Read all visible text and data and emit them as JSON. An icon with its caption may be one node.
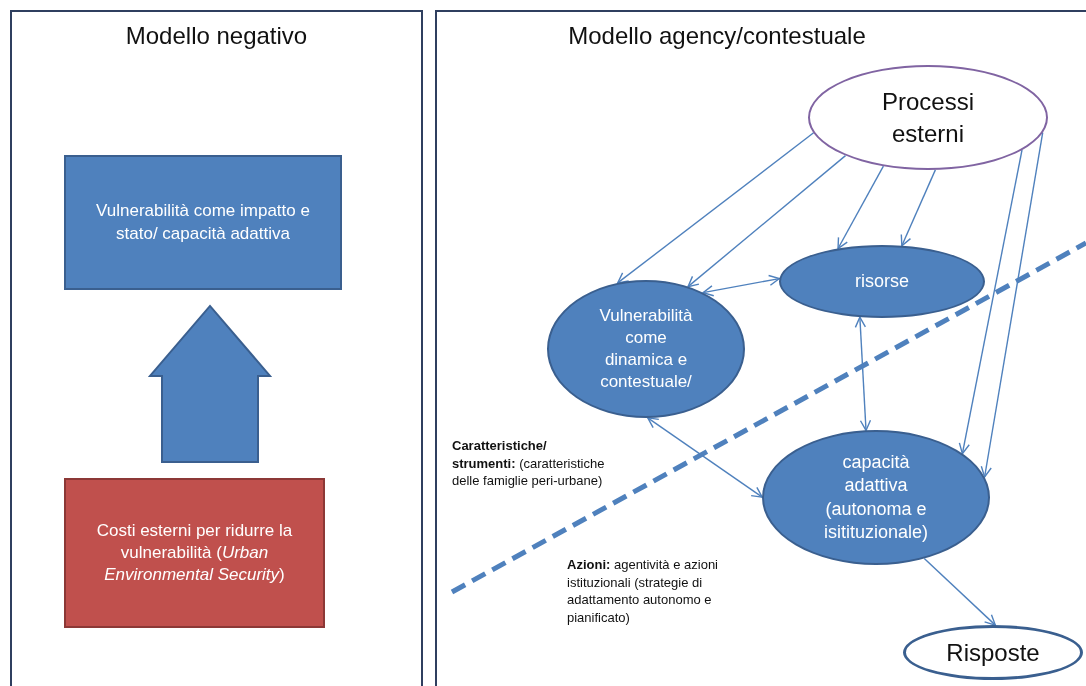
{
  "diagram": {
    "nodes": [
      {
        "text": [
          "Modello negativo"
        ]
      },
      {
        "text": [
          "Vulnerabilità come impatto e stato/ capacità adattiva"
        ],
        "in": 0
      },
      {
        "text": [
          "Costi esterni per ridurre la vulnerabilità (*Urban Environmental Security*)"
        ],
        "in": 0
      },
      {
        "text": [
          "Modello agency/contestuale"
        ]
      },
      {
        "text": [
          "Processi esterni"
        ],
        "in": 3
      },
      {
        "text": [
          "risorse"
        ],
        "in": 3
      },
      {
        "text": [
          "Vulnerabilità come dinamica e contestuale/"
        ],
        "in": 3
      },
      {
        "text": [
          "capacità adattiva (autonoma e isitituzionale)"
        ],
        "in": 3
      },
      {
        "text": [
          "Risposte"
        ],
        "in": 3
      }
    ],
    "edges": [
      {
        "from": 2,
        "to": 1,
        "arrow": "to",
        "style": "thick"
      },
      {
        "from": 4,
        "to": 6,
        "arrow": "to"
      },
      {
        "from": 4,
        "to": 6,
        "arrow": "to"
      },
      {
        "from": 4,
        "to": 5,
        "arrow": "to"
      },
      {
        "from": 4,
        "to": 5,
        "arrow": "to"
      },
      {
        "from": 4,
        "to": 7,
        "arrow": "to"
      },
      {
        "from": 4,
        "to": 7,
        "arrow": "to"
      },
      {
        "from": 6,
        "to": 5,
        "arrow": "both"
      },
      {
        "from": 5,
        "to": 7,
        "arrow": "both"
      },
      {
        "from": 6,
        "to": 7,
        "arrow": "both"
      },
      {
        "from": 7,
        "to": 8,
        "arrow": "to"
      }
    ],
    "labels": [
      "**Caratteristiche/ strumenti:** (caratteristiche delle famiglie peri-urbane)",
      "**Azioni:** agentività e azioni istituzionali (strategie di adattamento autonomo e pianificato)"
    ]
  }
}
